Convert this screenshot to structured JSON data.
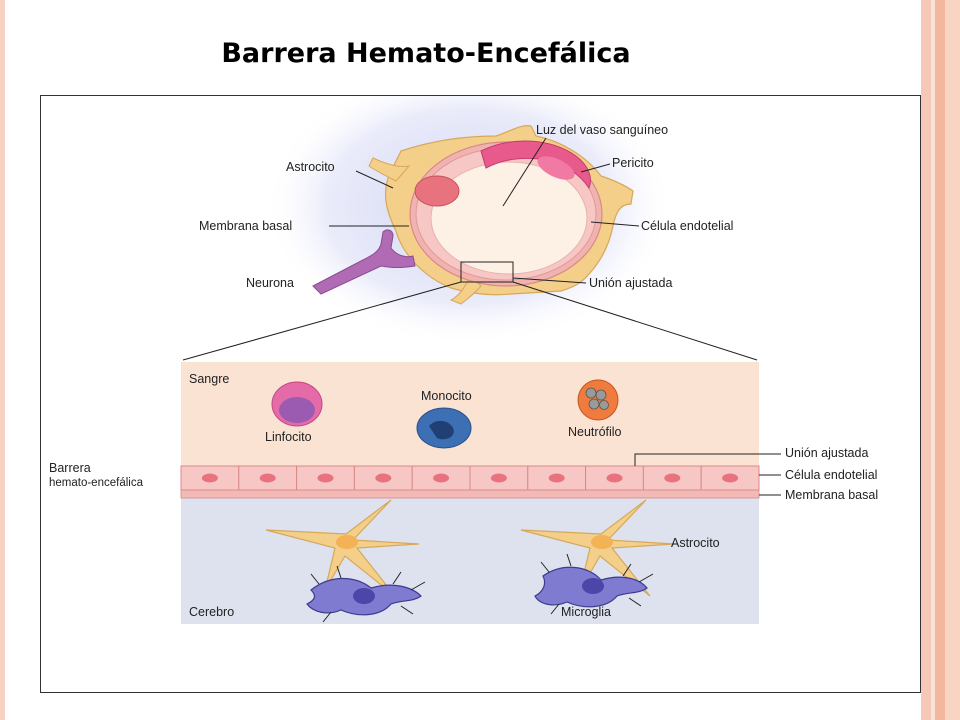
{
  "title": "Barrera Hemato-Encefálica",
  "vessel_labels": {
    "luz": "Luz del vaso sanguíneo",
    "astrocito": "Astrocito",
    "pericito": "Pericito",
    "membrana_basal": "Membrana basal",
    "celula_endotelial": "Célula endotelial",
    "neurona": "Neurona",
    "union_ajustada": "Unión ajustada"
  },
  "detail_labels": {
    "sangre": "Sangre",
    "linfocito": "Linfocito",
    "monocito": "Monocito",
    "neutrofilo": "Neutrófilo",
    "barrera_1": "Barrera",
    "barrera_2": "hemato-encefálica",
    "union_ajustada": "Unión ajustada",
    "celula_endotelial": "Célula endotelial",
    "membrana_basal": "Membrana basal",
    "astrocito": "Astrocito",
    "cerebro": "Cerebro",
    "microglia": "Microglia"
  },
  "colors": {
    "astrocyte": "#f4cf8a",
    "pericyte": "#e85a8c",
    "endothelium": "#f7c7c5",
    "neuron": "#b06bb4",
    "blood_bg": "#fbe3d3",
    "brain_bg": "#dde2ee",
    "microglia": "#7f7bd1"
  }
}
